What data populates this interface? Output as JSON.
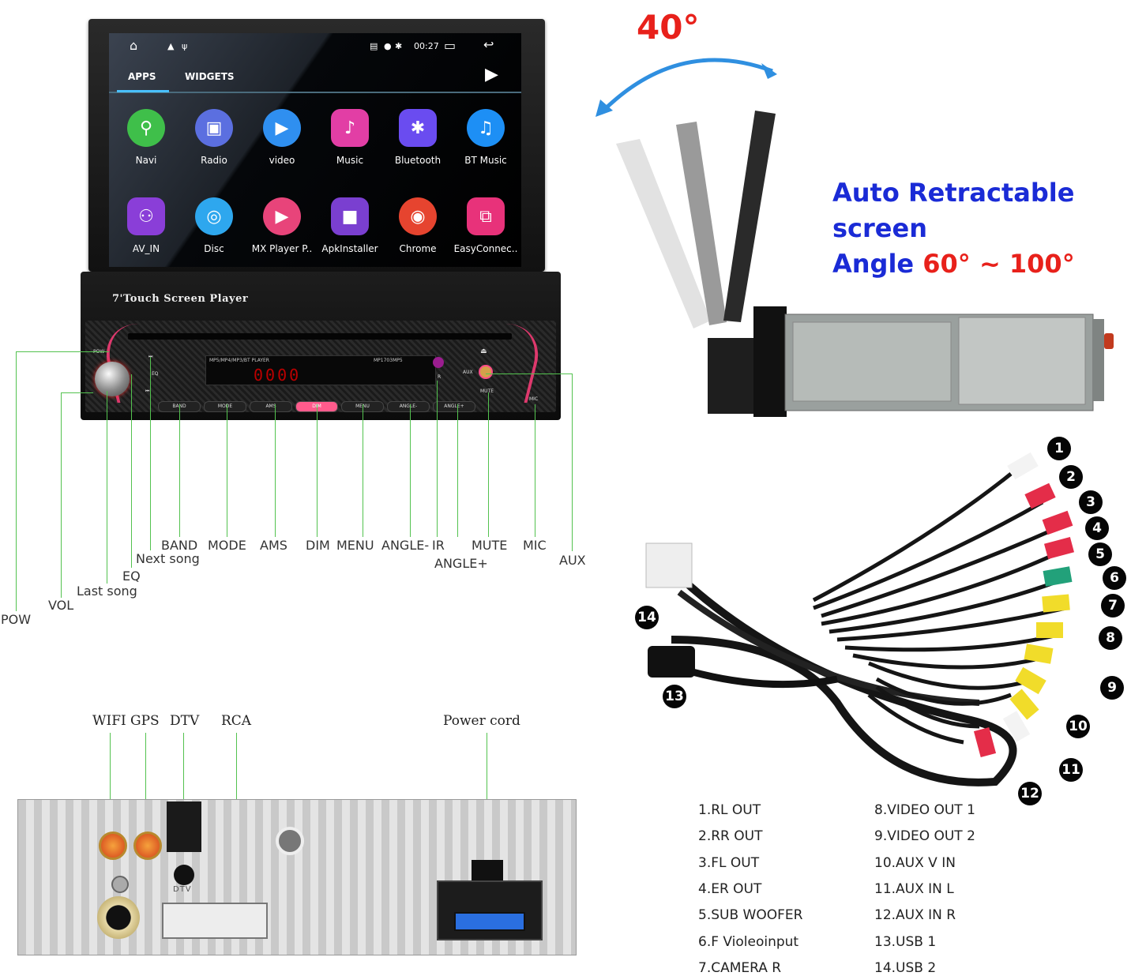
{
  "screen": {
    "status_time": "00:27",
    "tabs": [
      "APPS",
      "WIDGETS"
    ],
    "apps": [
      {
        "label": "Navi",
        "icon": "map-pin-icon",
        "color": "#3fbf4a"
      },
      {
        "label": "Radio",
        "icon": "radio-icon",
        "color": "#5b6fe0"
      },
      {
        "label": "video",
        "icon": "play-icon",
        "color": "#2f8ff0"
      },
      {
        "label": "Music",
        "icon": "music-note-icon",
        "color": "#e23ea5"
      },
      {
        "label": "Bluetooth",
        "icon": "bluetooth-icon",
        "color": "#6a4cf0"
      },
      {
        "label": "BT Music",
        "icon": "bluetooth-music-icon",
        "color": "#1d8ff5"
      },
      {
        "label": "AV_IN",
        "icon": "av-in-icon",
        "color": "#8a3ed8"
      },
      {
        "label": "Disc",
        "icon": "disc-icon",
        "color": "#2ea7ee"
      },
      {
        "label": "MX Player P..",
        "icon": "mx-player-icon",
        "color": "#e8447a"
      },
      {
        "label": "ApkInstaller",
        "icon": "package-icon",
        "color": "#7a3fd0"
      },
      {
        "label": "Chrome",
        "icon": "chrome-icon",
        "color": "#e6442f"
      },
      {
        "label": "EasyConnec..",
        "icon": "easyconnect-icon",
        "color": "#e8327a"
      }
    ]
  },
  "faceplate": {
    "title": "7'Touch Screen Player",
    "display_left_text": "MP5/MP4/MP3/BT   PLAYER",
    "display_right_text": "MP1703MP5",
    "display_digits": "0000",
    "buttons": [
      "BAND",
      "MODE",
      "AMS",
      "DIM",
      "MENU",
      "ANGLE-",
      "ANGLE+"
    ],
    "small_labels": {
      "pow": "POW",
      "eq": "EQ",
      "aux": "AUX",
      "mute": "MUTE",
      "mic": "MIC",
      "ir": "R"
    }
  },
  "callouts": {
    "band": "BAND",
    "mode": "MODE",
    "ams": "AMS",
    "dim": "DIM",
    "menu": "MENU",
    "angle_minus": "ANGLE-",
    "ir": "IR",
    "mute": "MUTE",
    "mic": "MIC",
    "angle_plus": "ANGLE+",
    "aux": "AUX",
    "next_song": "Next song",
    "eq": "EQ",
    "last_song": "Last song",
    "vol": "VOL",
    "pow": "POW"
  },
  "angle": {
    "tilt": "40°",
    "title_line1": "Auto Retractable",
    "title_line2": "screen",
    "title_line3_prefix": "Angle ",
    "title_line3_range": "60° ~ 100°"
  },
  "back_panel": {
    "labels": {
      "wifi": "WIFI",
      "gps": "GPS",
      "dtv": "DTV",
      "rca": "RCA",
      "power": "Power cord"
    },
    "dtv_stamp": "DTV"
  },
  "cable_numbers": [
    "1",
    "2",
    "3",
    "4",
    "5",
    "6",
    "7",
    "8",
    "9",
    "10",
    "11",
    "12",
    "13",
    "14"
  ],
  "legend": {
    "left": [
      "1.RL OUT",
      "2.RR OUT",
      "3.FL OUT",
      "4.ER OUT",
      "5.SUB WOOFER",
      "6.F Violeoinput",
      "7.CAMERA R"
    ],
    "right": [
      "8.VIDEO OUT 1",
      "9.VIDEO OUT 2",
      "10.AUX V IN",
      "11.AUX IN L",
      "12.AUX IN R",
      "13.USB 1",
      "14.USB 2"
    ]
  }
}
